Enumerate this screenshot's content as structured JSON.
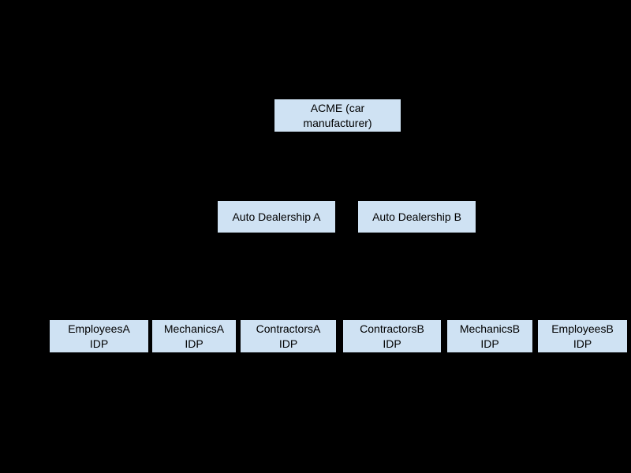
{
  "colors": {
    "background": "#000000",
    "node_fill": "#cfe2f3",
    "node_text": "#000000"
  },
  "hierarchy": {
    "root": {
      "label": "ACME (car manufacturer)",
      "line1": "ACME (car",
      "line2": "manufacturer)"
    },
    "dealerships": [
      {
        "label": "Auto Dealership A"
      },
      {
        "label": "Auto Dealership B"
      }
    ],
    "idps": [
      {
        "line1": "EmployeesA",
        "line2": "IDP"
      },
      {
        "line1": "MechanicsA",
        "line2": "IDP"
      },
      {
        "line1": "ContractorsA",
        "line2": "IDP"
      },
      {
        "line1": "ContractorsB",
        "line2": "IDP"
      },
      {
        "line1": "MechanicsB",
        "line2": "IDP"
      },
      {
        "line1": "EmployeesB",
        "line2": "IDP"
      }
    ]
  }
}
